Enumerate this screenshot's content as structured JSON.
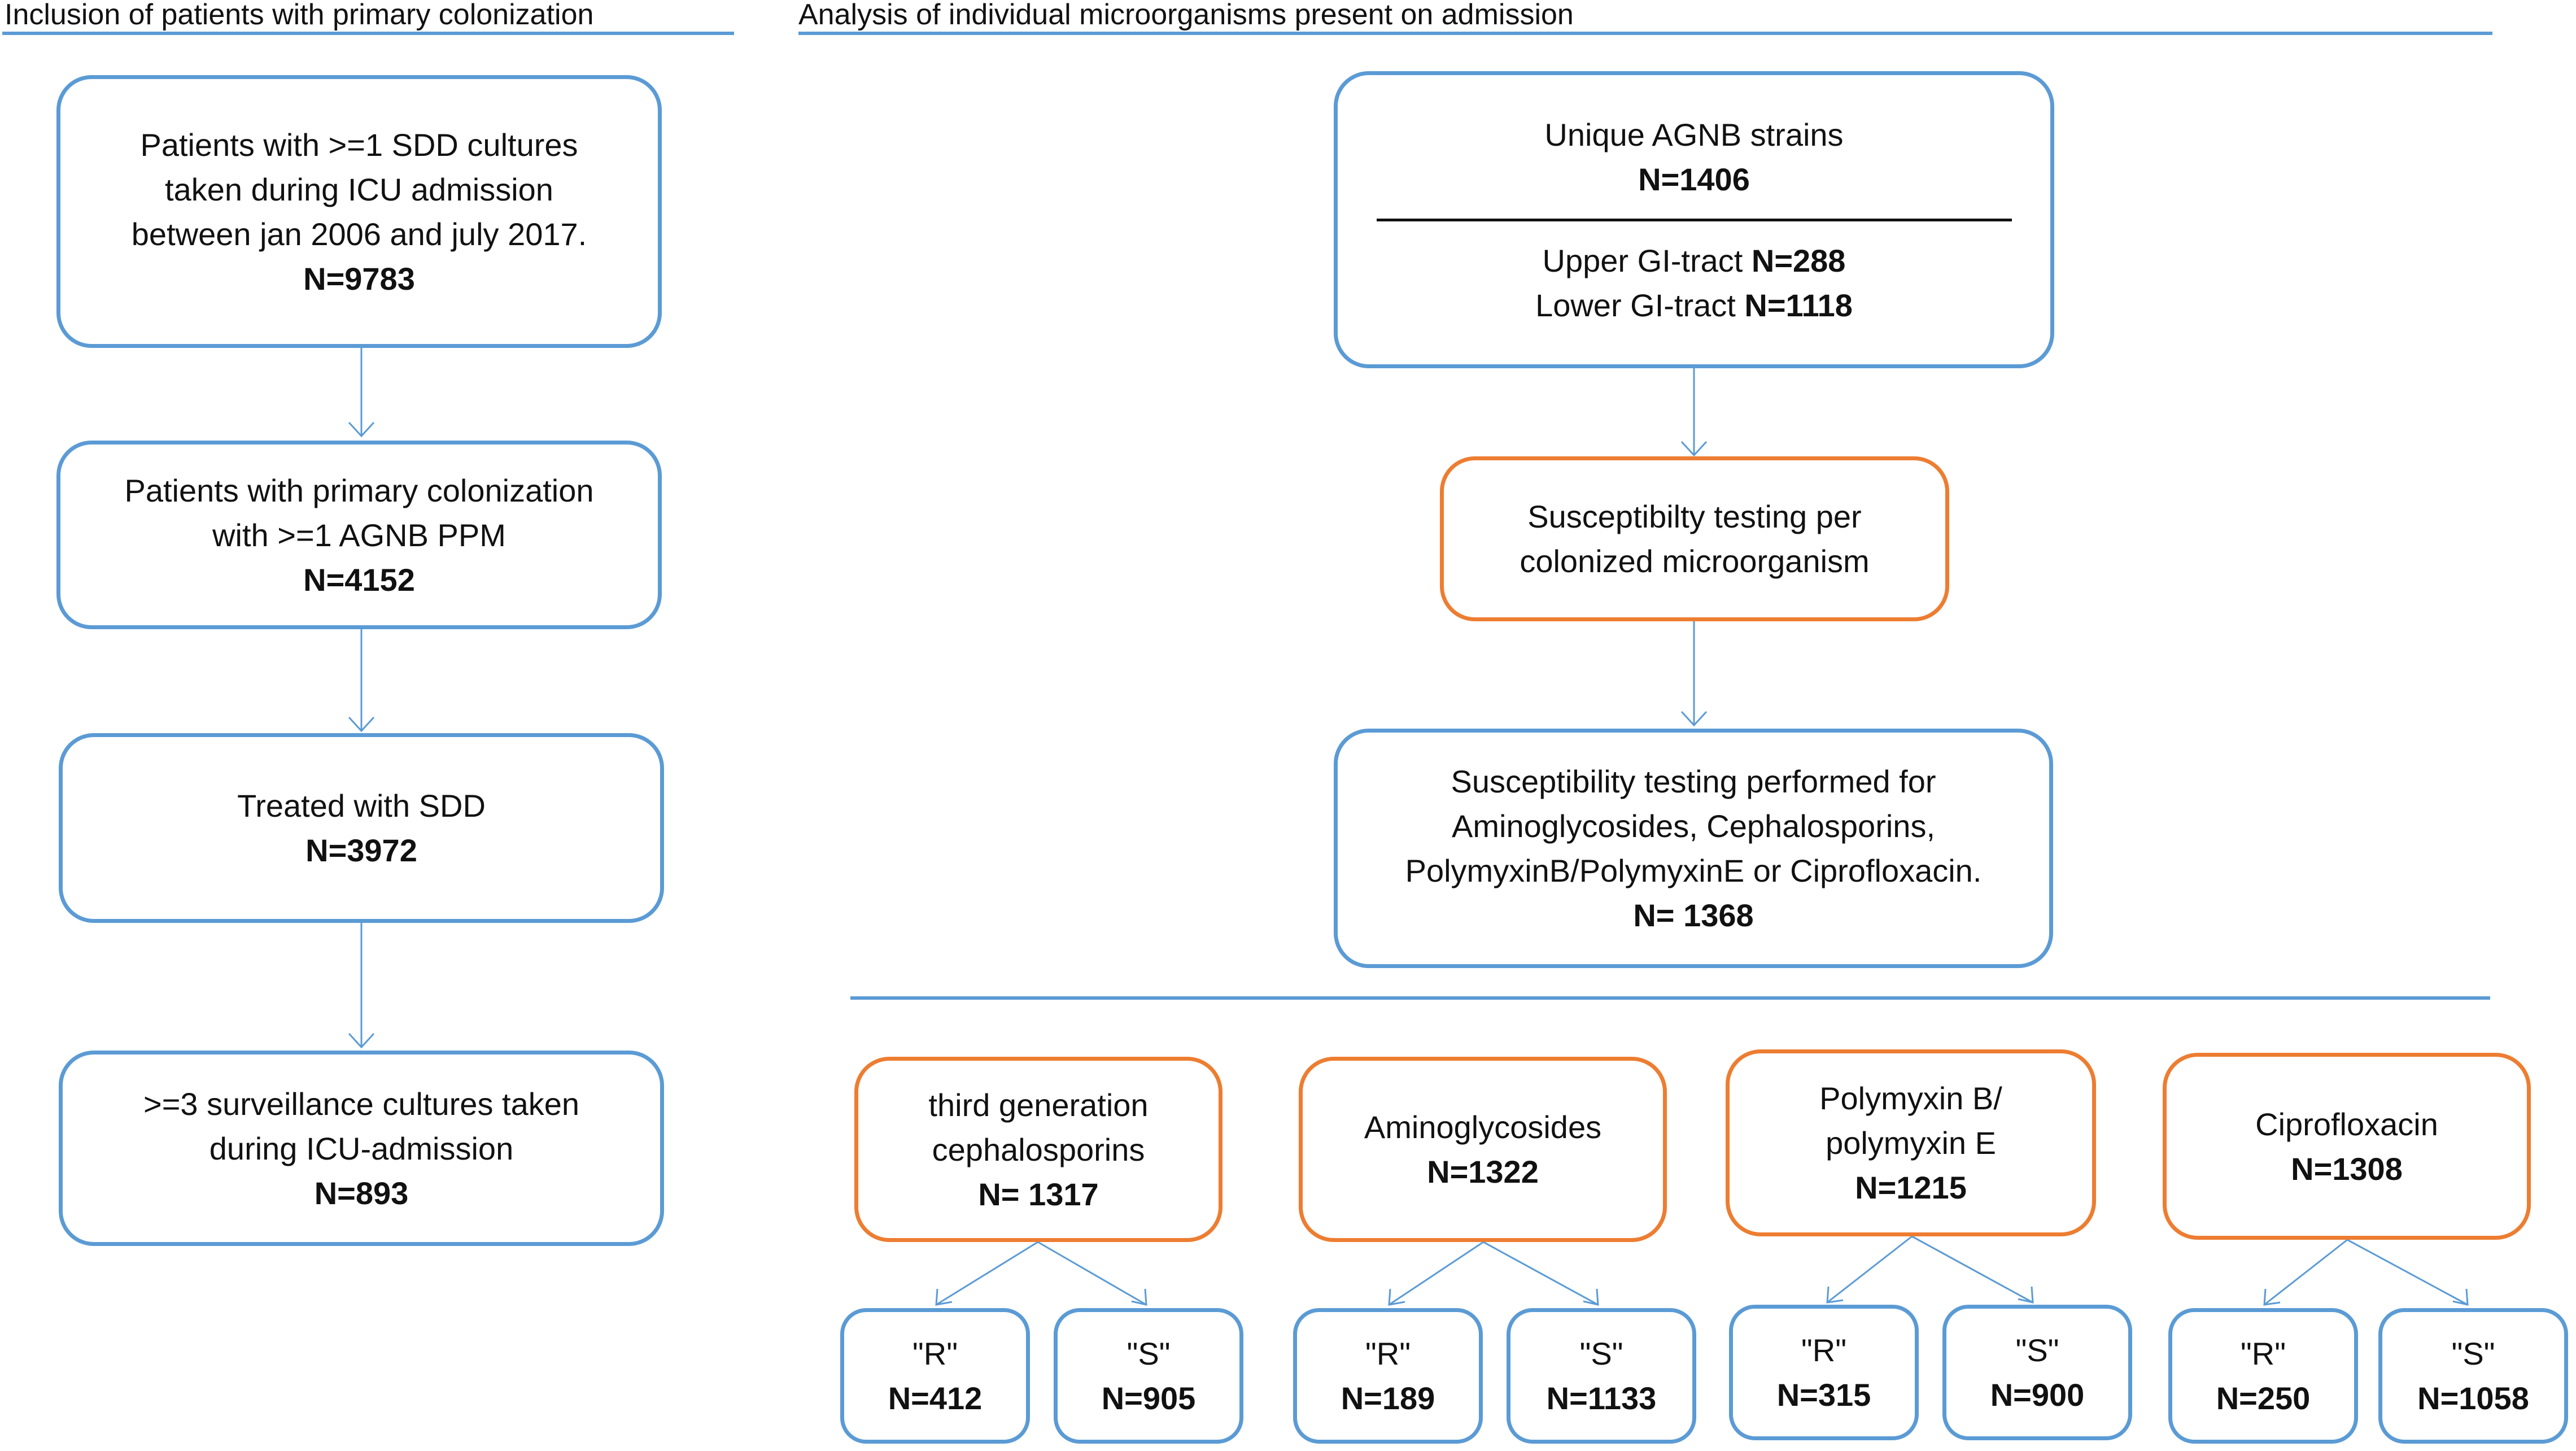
{
  "left_section": {
    "heading": "Inclusion of patients with primary colonization",
    "boxes": [
      {
        "lines": [
          "Patients with >=1 SDD cultures",
          "taken during ICU admission",
          "between jan 2006 and july 2017."
        ],
        "n": "N=9783"
      },
      {
        "lines": [
          "Patients with primary colonization",
          "with >=1 AGNB PPM"
        ],
        "n": "N=4152"
      },
      {
        "lines": [
          "Treated with SDD"
        ],
        "n": "N=3972"
      },
      {
        "lines": [
          ">=3 surveillance cultures taken",
          "during ICU-admission"
        ],
        "n": "N=893"
      }
    ]
  },
  "right_section": {
    "heading": "Analysis of individual microorganisms present on admission",
    "strains_box": {
      "title": "Unique AGNB strains",
      "n": "N=1406",
      "upper_label": "Upper GI-tract",
      "upper_n": "N=288",
      "lower_label": "Lower GI-tract",
      "lower_n": "N=1118"
    },
    "testing_box": {
      "lines": [
        "Susceptibilty testing per",
        "colonized microorganism"
      ]
    },
    "performed_box": {
      "lines": [
        "Susceptibility testing  performed for",
        "Aminoglycosides, Cephalosporins,",
        "PolymyxinB/PolymyxinE or Ciprofloxacin."
      ],
      "n": "N= 1368"
    },
    "groups": [
      {
        "lines": [
          "third generation",
          "cephalosporins"
        ],
        "n": "N= 1317",
        "r_label": "\"R\"",
        "r_n": "N=412",
        "s_label": "\"S\"",
        "s_n": "N=905"
      },
      {
        "lines": [
          "Aminoglycosides"
        ],
        "n": "N=1322",
        "r_label": "\"R\"",
        "r_n": "N=189",
        "s_label": "\"S\"",
        "s_n": "N=1133"
      },
      {
        "lines": [
          "Polymyxin B/",
          "polymyxin E"
        ],
        "n": "N=1215",
        "r_label": "\"R\"",
        "r_n": "N=315",
        "s_label": "\"S\"",
        "s_n": "N=900"
      },
      {
        "lines": [
          "Ciprofloxacin"
        ],
        "n": "N=1308",
        "r_label": "\"R\"",
        "r_n": "N=250",
        "s_label": "\"S\"",
        "s_n": "N=1058"
      }
    ]
  },
  "colors": {
    "blue_border": "#5b9bd5",
    "orange_border": "#ed7d31",
    "text": "#111111"
  }
}
